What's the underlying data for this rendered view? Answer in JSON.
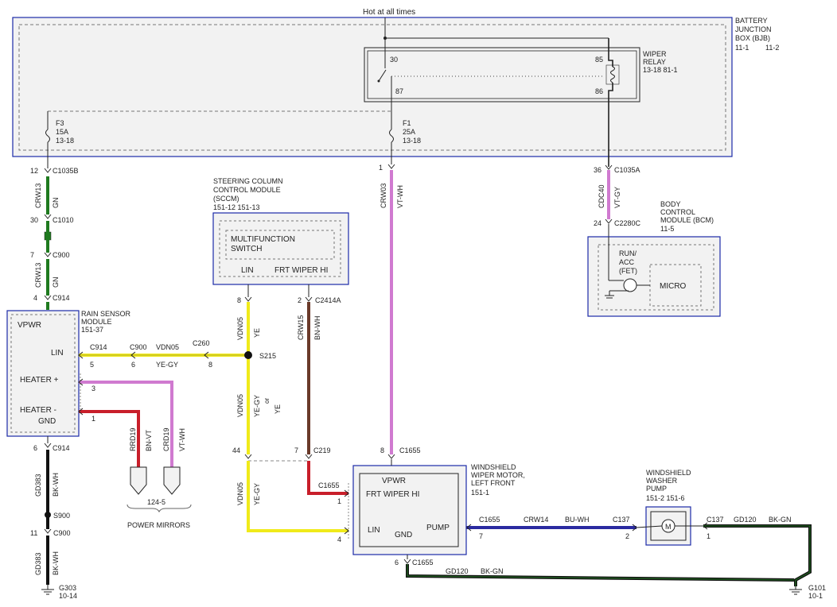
{
  "hot_label": "Hot at all times",
  "bjb": {
    "line1": "BATTERY",
    "line2": "JUNCTION",
    "line3": "BOX (BJB)",
    "ref1": "11-1",
    "ref2": "11-2"
  },
  "wiper_relay": {
    "line1": "WIPER",
    "line2": "RELAY",
    "ref": "13-18  81-1",
    "pins": [
      "30",
      "87",
      "85",
      "86"
    ]
  },
  "fuses": [
    {
      "name": "F3",
      "rating": "15A",
      "ref": "13-18"
    },
    {
      "name": "F1",
      "rating": "25A",
      "ref": "13-18"
    }
  ],
  "sccm": {
    "line1": "STEERING COLUMN",
    "line2": "CONTROL MODULE",
    "line3": "(SCCM)",
    "ref": "151-12  151-13",
    "switch1": "MULTIFUNCTION",
    "switch2": "SWITCH",
    "lin": "LIN",
    "frt": "FRT WIPER HI"
  },
  "bcm": {
    "line1": "BODY",
    "line2": "CONTROL",
    "line3": "MODULE (BCM)",
    "ref": "11-5",
    "run1": "RUN/",
    "run2": "ACC",
    "run3": "(FET)",
    "micro": "MICRO"
  },
  "rain": {
    "line1": "RAIN SENSOR",
    "line2": "MODULE",
    "ref": "151-37",
    "vpwr": "VPWR",
    "lin": "LIN",
    "heaterp": "HEATER +",
    "heaterm1": "HEATER -",
    "heaterm2": "GND"
  },
  "motor": {
    "line1": "WINDSHIELD",
    "line2": "WIPER MOTOR,",
    "line3": "LEFT FRONT",
    "ref": "151-1",
    "vpwr": "VPWR",
    "frt": "FRT WIPER HI",
    "lin": "LIN",
    "gnd": "GND",
    "pump": "PUMP"
  },
  "washer": {
    "line1": "WINDSHIELD",
    "line2": "WASHER",
    "line3": "PUMP",
    "ref": "151-2  151-6",
    "motor": "M"
  },
  "mirrors": {
    "ref": "124-5",
    "label": "POWER MIRRORS"
  },
  "grounds": [
    {
      "name": "G303",
      "ref": "10-14"
    },
    {
      "name": "G101",
      "ref": "10-1"
    }
  ],
  "connectors": {
    "c1035b": "C1035B",
    "c1010": "C1010",
    "c900": "C900",
    "c914": "C914",
    "c260": "C260",
    "s215": "S215",
    "c2414a": "C2414A",
    "c219": "C219",
    "c1655": "C1655",
    "c137": "C137",
    "c1035a": "C1035A",
    "c2280c": "C2280C",
    "s900": "S900",
    "s900_c900": "C900"
  },
  "pins": {
    "p12": "12",
    "p30": "30",
    "p7": "7",
    "p4": "4",
    "p5": "5",
    "p6": "6",
    "p8": "8",
    "p3": "3",
    "p1": "1",
    "p2": "2",
    "p44": "44",
    "p36": "36",
    "p24": "24",
    "p11": "11",
    "pF1": "1",
    "m8": "8",
    "m1": "1",
    "m4": "4",
    "m6": "6",
    "m7": "7",
    "m7b": "7",
    "w2": "2",
    "w1": "1",
    "rg6": "6"
  },
  "wires": {
    "crw13a": "CRW13",
    "gn_a": "GN",
    "crw13b": "CRW13",
    "gn_b": "GN",
    "vdn05_a": "VDN05",
    "yegy_a": "YE-GY",
    "vdn05_b": "VDN05",
    "ye_b": "YE",
    "vdn05_c": "VDN05",
    "yegy_c": "YE-GY",
    "or_c": "or",
    "ye_c": "YE",
    "vdn05_d": "VDN05",
    "yegy_d": "YE-GY",
    "crw15": "CRW15",
    "bnwh": "BN-WH",
    "crw03": "CRW03",
    "vtwh": "VT-WH",
    "cdc40": "CDC40",
    "vtgy": "VT-GY",
    "rrd19": "RRD19",
    "bnvt": "BN-VT",
    "crd19": "CRD19",
    "vtwh2": "VT-WH",
    "gd383a": "GD383",
    "bkwh_a": "BK-WH",
    "gd383b": "GD383",
    "bkwh_b": "BK-WH",
    "crw14": "CRW14",
    "buwh": "BU-WH",
    "gd120a": "GD120",
    "bkgn_a": "BK-GN",
    "gd120b": "GD120",
    "bkgn_b": "BK-GN"
  },
  "colors": {
    "gn": "#1f7a1f",
    "ye": "#f0ea1a",
    "vt": "#d07ad0",
    "bn": "#6a3a2a",
    "red": "#c81e2a",
    "bk": "#111111",
    "bu": "#2a2aa0",
    "frame": "#1c2aa8"
  }
}
